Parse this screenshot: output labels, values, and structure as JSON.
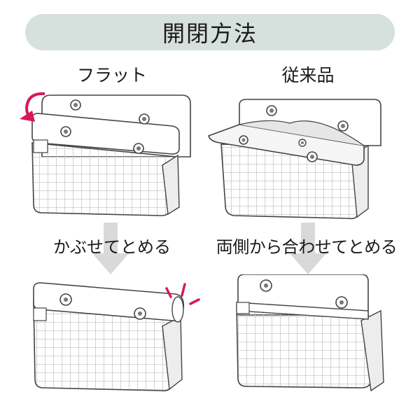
{
  "title": "開閉方法",
  "columns": {
    "flat": {
      "name": "フラット",
      "action": "かぶせてとめる"
    },
    "conventional": {
      "name": "従来品",
      "action": "両側から合わせてとめる"
    }
  },
  "colors": {
    "title_bg": "#d6e0dd",
    "accent": "#d6195a",
    "arrow": "#d9d9d9",
    "outline": "#444444",
    "grid": "#cfcfcf"
  },
  "icons": [
    "rotate-arrow-icon",
    "snap-sparkle-icon",
    "down-arrow-icon"
  ]
}
